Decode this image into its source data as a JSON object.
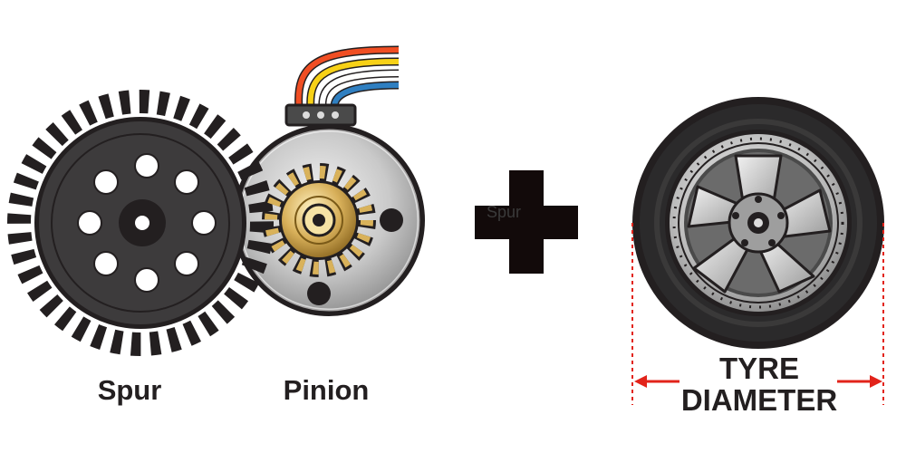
{
  "labels": {
    "spur": "Spur",
    "pinion": "Pinion",
    "plus_overlay": "Spur",
    "tyre_line1": "TYRE",
    "tyre_line2": "DIAMETER"
  },
  "colors": {
    "outline": "#231f20",
    "spur_gear": "#3d3b3c",
    "pinion_gold": "#d9b25a",
    "motor_silver": "#c8c8c8",
    "measure_red": "#e2231a",
    "wire_colors": [
      "#f04e23",
      "#f7d117",
      "#ffffff",
      "#2f7fc1"
    ]
  },
  "icons": [
    "spur-gear-icon",
    "pinion-gear-icon",
    "motor-icon",
    "plus-icon",
    "tyre-icon",
    "wheel-rim-icon",
    "measurement-arrow-icon"
  ]
}
